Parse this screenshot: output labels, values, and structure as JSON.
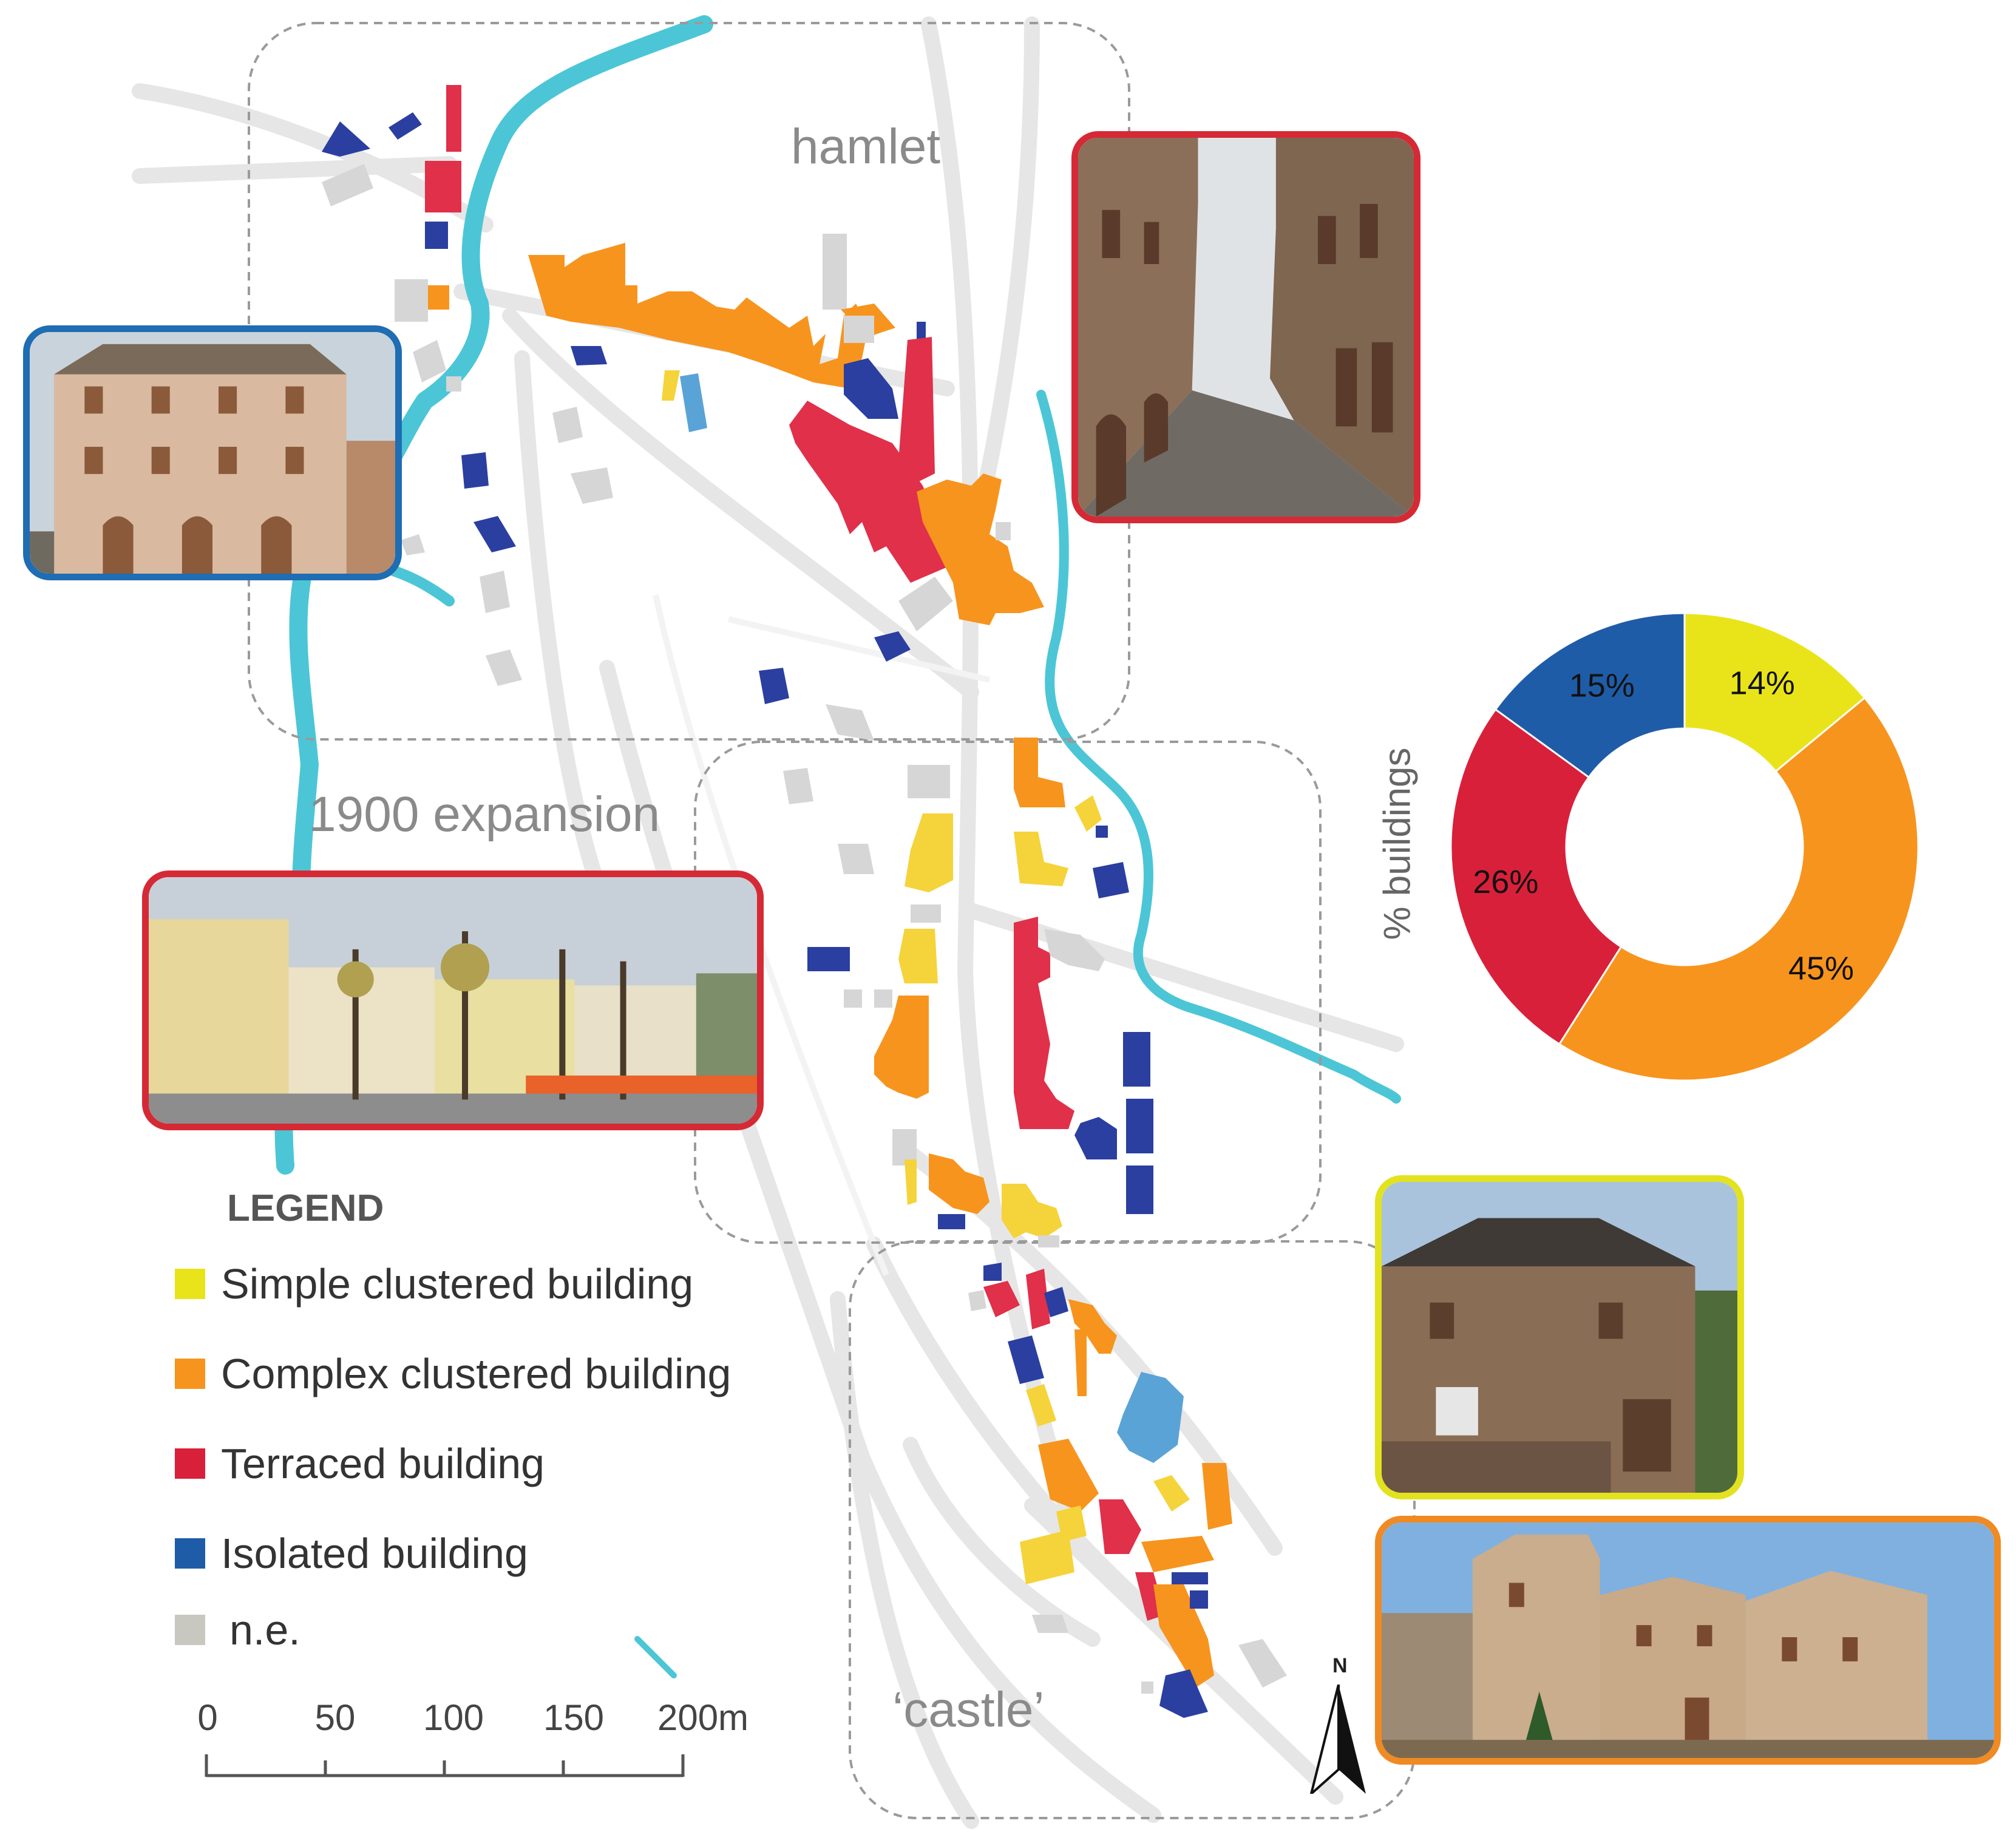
{
  "map_labels": {
    "hamlet": "hamlet",
    "expansion": "1900 expansion",
    "castle": "‘castle’"
  },
  "legend": {
    "title": "LEGEND",
    "items": [
      {
        "label": "Simple clustered building",
        "color": "#e9e41a"
      },
      {
        "label": "Complex clustered building",
        "color": "#f7941e"
      },
      {
        "label": "Terraced building",
        "color": "#d9203a"
      },
      {
        "label": "Isolated building",
        "color": "#1f5ca8"
      },
      {
        "label": "n.e.",
        "color": "#c8c8c0"
      }
    ]
  },
  "scale_bar": {
    "ticks": [
      "0",
      "50",
      "100",
      "150",
      "200m"
    ]
  },
  "north_arrow": {
    "label": "N"
  },
  "colors": {
    "river": "#4cc6d6",
    "road": "#e4e4e4",
    "zone_outline": "#9a9a9a",
    "simple": "#f5d33a",
    "complex": "#f7941e",
    "terraced": "#e0304a",
    "isolated": "#2a3fa0",
    "isolated_light": "#5aa3d6",
    "ne": "#d6d6d6"
  },
  "chart_data": {
    "type": "pie",
    "style": "donut",
    "ylabel": "% buildings",
    "categories": [
      "Simple clustered building",
      "Complex clustered building",
      "Terraced building",
      "Isolated building"
    ],
    "values": [
      14,
      45,
      26,
      15
    ],
    "labels": [
      "14%",
      "45%",
      "26%",
      "15%"
    ],
    "colors": [
      "#e9e41a",
      "#f7941e",
      "#d9203a",
      "#1f5ca8"
    ]
  }
}
